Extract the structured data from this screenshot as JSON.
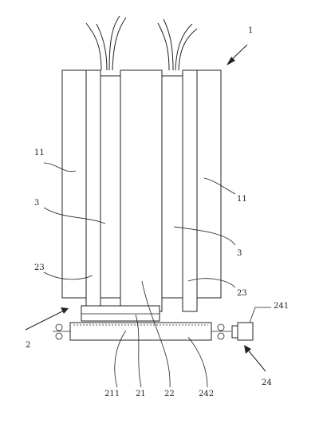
{
  "labels": {
    "l1": "1",
    "l11a": "11",
    "l11b": "11",
    "l3a": "3",
    "l3b": "3",
    "l23a": "23",
    "l23b": "23",
    "l2": "2",
    "l24": "24",
    "l241": "241",
    "l211": "211",
    "l21": "21",
    "l22": "22",
    "l242": "242"
  }
}
